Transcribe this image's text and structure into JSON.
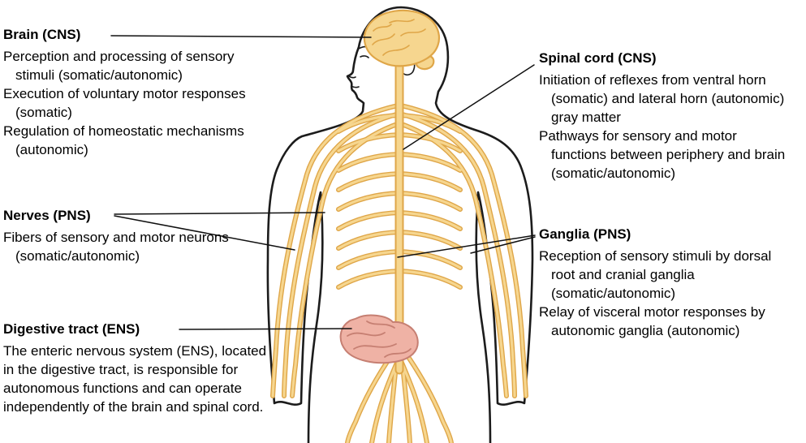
{
  "labels": {
    "brain": {
      "title": "Brain (CNS)",
      "items": [
        "Perception and processing of sensory stimuli (somatic/autonomic)",
        "Execution of voluntary motor responses (somatic)",
        "Regulation of homeostatic mechanisms (autonomic)"
      ]
    },
    "nerves": {
      "title": "Nerves (PNS)",
      "items": [
        "Fibers of sensory and motor neurons (somatic/autonomic)"
      ]
    },
    "digestive_tract": {
      "title": "Digestive tract (ENS)",
      "items": [
        "The enteric nervous system (ENS), located in the digestive tract, is responsible for autonomous functions and can operate independently of the brain and spinal cord."
      ]
    },
    "spinal_cord": {
      "title": "Spinal cord (CNS)",
      "items": [
        "Initiation of reflexes from ventral horn (somatic) and lateral horn (autonomic) gray matter",
        "Pathways for sensory and motor functions between periphery and brain (somatic/autonomic)"
      ]
    },
    "ganglia": {
      "title": "Ganglia (PNS)",
      "items": [
        "Reception of sensory stimuli by dorsal root and cranial ganglia (somatic/autonomic)",
        "Relay of visceral motor responses by autonomic ganglia (autonomic)"
      ]
    }
  },
  "colors": {
    "nerve_fill": "#F6D68F",
    "nerve_outline": "#DFA648",
    "intestine_fill": "#EFB2A5",
    "intestine_outline": "#C67F72",
    "body_outline": "#1C1C1C",
    "leader_line": "#101010",
    "text": "#000000",
    "background": "#FFFFFF"
  }
}
